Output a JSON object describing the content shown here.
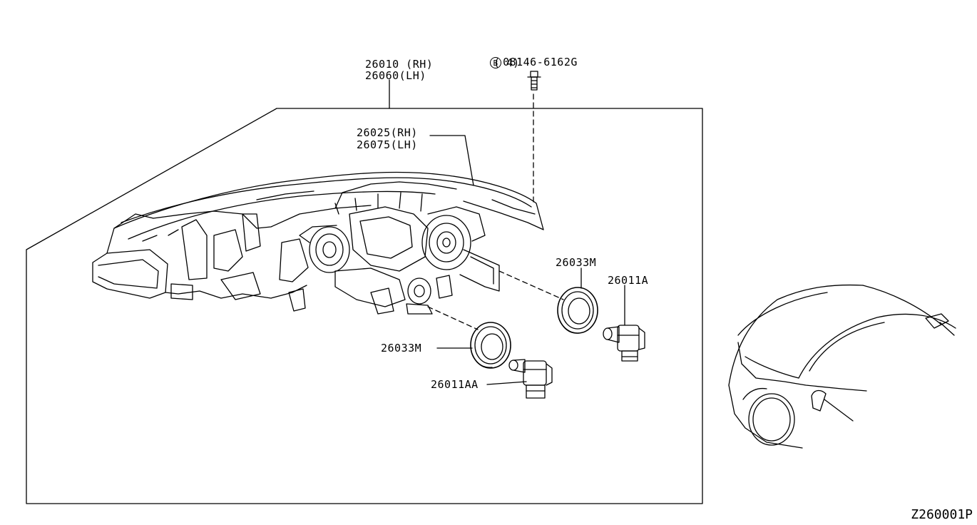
{
  "diagram": {
    "figure_code": "Z260001P",
    "callouts": {
      "headlamp_assy_rh": "26010 (RH)",
      "headlamp_assy_lh": "26060(LH)",
      "housing_rh": "26025(RH)",
      "housing_lh": "26075(LH)",
      "bolt_symbol": "B",
      "bolt_part": "08146-6162G",
      "bolt_qty": "( 4)",
      "cap_upper": "26033M",
      "cap_lower": "26033M",
      "bulb_upper": "26011A",
      "bulb_lower": "26011AA"
    }
  }
}
